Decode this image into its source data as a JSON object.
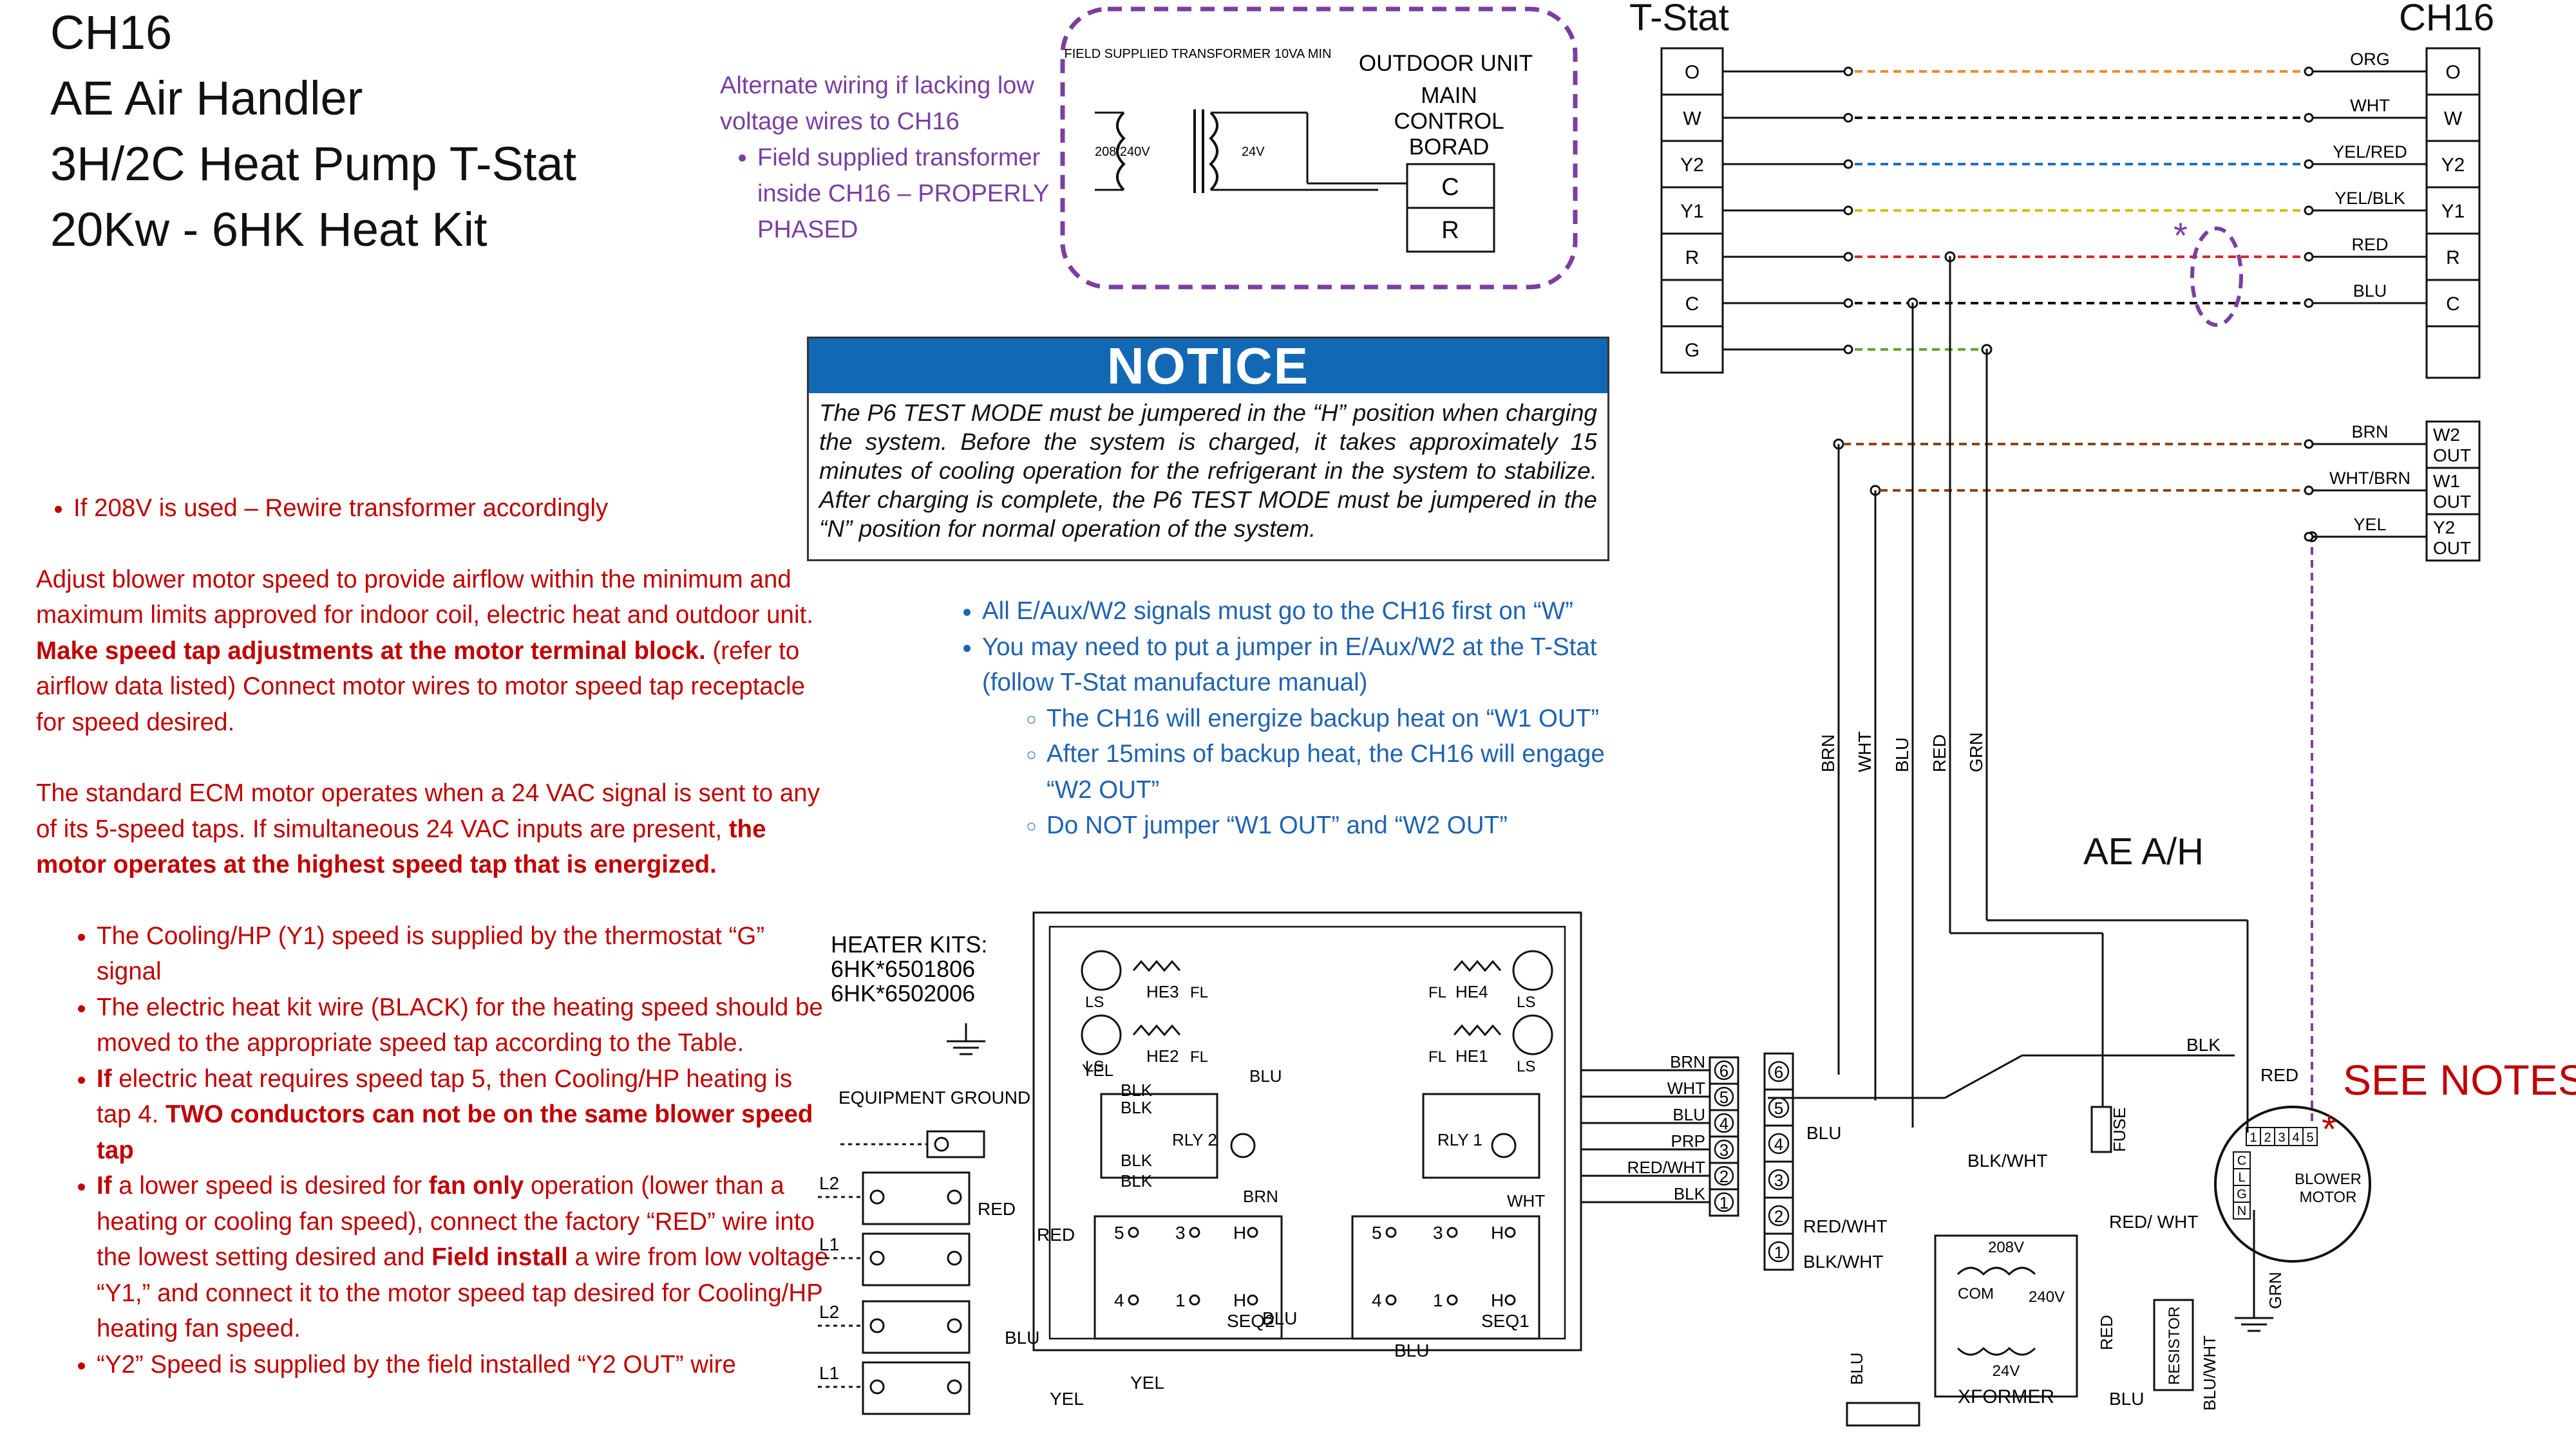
{
  "title": {
    "line1": "CH16",
    "line2": "AE Air Handler",
    "line3": "3H/2C Heat Pump T-Stat",
    "line4": "20Kw - 6HK Heat Kit"
  },
  "alt_wiring": {
    "heading": "Alternate wiring if lacking low voltage wires to CH16",
    "bullet": "Field supplied transformer inside CH16 – PROPERLY PHASED"
  },
  "transformer_inset": {
    "field_label": "FIELD SUPPLIED TRANSFORMER 10VA MIN",
    "primary": "208/240V",
    "secondary": "24V",
    "unit_line1": "OUTDOOR UNIT",
    "unit_line2": "MAIN",
    "unit_line3": "CONTROL",
    "unit_line4": "BORAD",
    "term_c": "C",
    "term_r": "R"
  },
  "notice": {
    "heading": "NOTICE",
    "body": "The P6 TEST MODE must be jumpered in the “H” position when charging the system. Before the system is charged, it takes approximately 15 minutes of cooling operation for the refrigerant in the system to stabilize. After charging is complete, the P6 TEST MODE must be jumpered in the “N” position for normal operation of the system."
  },
  "notes_red": {
    "transformer_bullet": "If 208V is used – Rewire transformer accordingly",
    "p1_a": "Adjust blower motor speed to provide airflow within the minimum and maximum limits approved for indoor coil, electric heat and outdoor unit. ",
    "p1_b": "Make speed tap adjustments at the motor terminal block.",
    "p1_c": " (refer to airflow data listed) Connect motor wires to motor speed tap receptacle for speed desired.",
    "p2_a": "The standard ECM motor operates when a 24 VAC signal is sent to any of its 5-speed taps. If simultaneous 24 VAC inputs are present, ",
    "p2_b": "the motor operates at the highest speed tap that is energized.",
    "b1": "The Cooling/HP (Y1) speed is supplied by the thermostat “G” signal",
    "b2": "The electric heat kit wire (BLACK) for the heating speed should be moved to the appropriate speed tap according to the Table.",
    "b3_a": "If",
    "b3_b": " electric heat requires speed tap 5, then Cooling/HP heating is tap 4. ",
    "b3_c": "TWO conductors can not be on the same blower speed tap",
    "b4_a": "If",
    "b4_b": " a lower speed is desired for ",
    "b4_c": "fan only",
    "b4_d": " operation (lower than a heating or cooling fan speed), connect the factory “RED” wire into the lowest setting desired and ",
    "b4_e": "Field install",
    "b4_f": " a wire from low voltage “Y1,” and connect it to the motor speed tap desired for Cooling/HP heating fan speed.",
    "b5": "“Y2” Speed is supplied by the field installed “Y2 OUT” wire"
  },
  "notes_blue": {
    "b1": "All E/Aux/W2 signals must go to the CH16 first on “W”",
    "b2": "You may need to put a jumper in E/Aux/W2 at the T-Stat (follow T-Stat manufacture manual)",
    "s1": "The CH16 will energize backup heat on “W1 OUT”",
    "s2": "After 15mins of backup heat, the CH16 will engage “W2 OUT”",
    "s3": "Do NOT jumper “W1 OUT” and “W2 OUT”"
  },
  "tstat": {
    "title": "T-Stat",
    "terminals": [
      "O",
      "W",
      "Y2",
      "Y1",
      "R",
      "C",
      "G"
    ]
  },
  "ch16": {
    "title": "CH16",
    "terminals": [
      "O",
      "W",
      "Y2",
      "Y1",
      "R",
      "C"
    ],
    "outputs": [
      "W2 OUT",
      "W1 OUT",
      "Y2 OUT"
    ],
    "wire_labels": [
      "ORG",
      "WHT",
      "YEL/RED",
      "YEL/BLK",
      "RED",
      "BLU"
    ],
    "output_wire_labels": [
      "BRN",
      "WHT/BRN",
      "YEL"
    ]
  },
  "asterisk": "*",
  "vertical_wires": [
    "BRN",
    "WHT",
    "BLU",
    "RED",
    "GRN"
  ],
  "ae_ah": "AE A/H",
  "see_notes": "SEE NOTES",
  "heater": {
    "title": "HEATER KITS:",
    "model1": "6HK*6501806",
    "model2": "6HK*6502006",
    "equipment_ground": "EQUIPMENT GROUND",
    "l2": "L2",
    "l1": "L1",
    "elements": [
      "HE3",
      "HE4",
      "HE2",
      "HE1"
    ],
    "ls": "LS",
    "fl": "FL",
    "rly2": "RLY 2",
    "rly1": "RLY 1",
    "seq2": "SEQ2",
    "seq1": "SEQ1",
    "seq_terms": [
      "5",
      "3",
      "H",
      "4",
      "1",
      "H"
    ],
    "wire_red": "RED",
    "wire_blu": "BLU",
    "wire_blk": "BLK",
    "wire_yel": "YEL",
    "wire_brn": "BRN",
    "wire_wht": "WHT"
  },
  "terminal_strip_left": {
    "labels": [
      "BRN",
      "WHT",
      "BLU",
      "PRP",
      "RED/WHT",
      "BLK"
    ],
    "numbers": [
      "6",
      "5",
      "4",
      "3",
      "2",
      "1"
    ]
  },
  "terminal_strip_right": {
    "numbers": [
      "6",
      "5",
      "4",
      "3",
      "2",
      "1"
    ],
    "labels": [
      "BLU",
      "RED/WHT",
      "BLK/WHT"
    ]
  },
  "control": {
    "fuse": "FUSE",
    "blk": "BLK",
    "red": "RED",
    "blk_wht": "BLK/WHT",
    "red_wht": "RED/ WHT",
    "v208": "208V",
    "com": "COM",
    "v240": "240V",
    "v24": "24V",
    "xformer": "XFORMER",
    "resistor": "RESISTOR",
    "blu_wht": "BLU/WHT",
    "blu": "BLU",
    "grn": "GRN",
    "red_v": "RED",
    "blu_v": "BLU"
  },
  "motor": {
    "label1": "BLOWER",
    "label2": "MOTOR",
    "taps": [
      "1",
      "2",
      "3",
      "4",
      "5"
    ],
    "side": [
      "C",
      "L",
      "G",
      "N"
    ]
  },
  "colors": {
    "orange": "#f08a24",
    "yellow": "#c9c400",
    "red": "#d62828",
    "blue": "#1f6fc1",
    "green": "#5aa832",
    "brown": "#8b4513",
    "purple": "#7a3fa0",
    "notice_blue": "#1368b5",
    "text_red": "#c00000",
    "text_blue": "#1f63b0"
  }
}
